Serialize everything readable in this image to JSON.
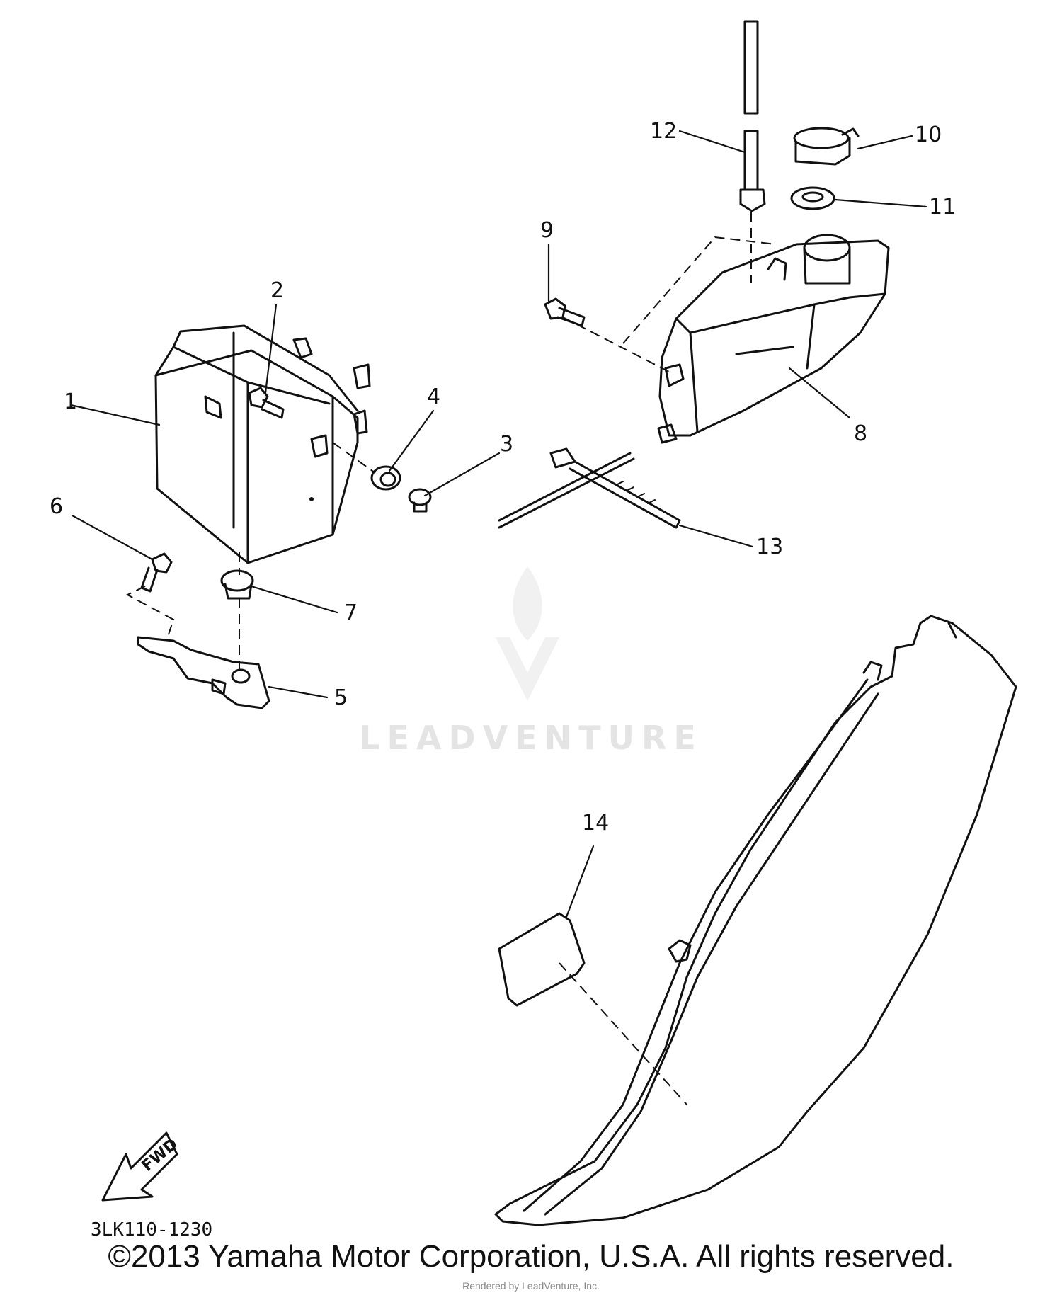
{
  "callouts": [
    "1",
    "2",
    "3",
    "4",
    "5",
    "6",
    "7",
    "8",
    "9",
    "10",
    "11",
    "12",
    "13",
    "14"
  ],
  "diagram_code": "3LK110-1230",
  "fwd_label": "FWD",
  "watermark": "LEADVENTURE",
  "copyright": "©2013 Yamaha Motor Corporation, U.S.A. All rights reserved.",
  "rendered_by": "Rendered by LeadVenture, Inc."
}
